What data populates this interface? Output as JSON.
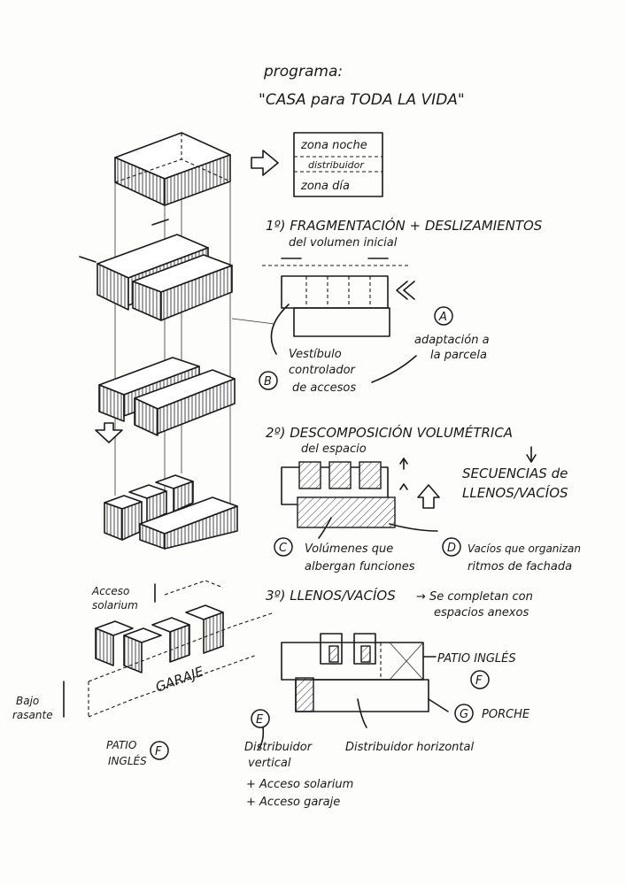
{
  "header": {
    "program_label": "programa:",
    "program_title": "\"CASA para TODA LA VIDA\""
  },
  "zones": {
    "night": "zona noche",
    "distributor": "distribuidor",
    "day": "zona día"
  },
  "step1": {
    "title": "1º) FRAGMENTACIÓN + DESLIZAMIENTOS",
    "subtitle": "del volumen inicial",
    "marker_a": "A",
    "a_line1": "adaptación a",
    "a_line2": "la parcela",
    "marker_b": "B",
    "b_line1": "Vestíbulo",
    "b_line2": "controlador",
    "b_line3": "de accesos"
  },
  "step2": {
    "title": "2º) DESCOMPOSICIÓN VOLUMÉTRICA",
    "subtitle": "del espacio",
    "seq_line1": "SECUENCIAS de",
    "seq_line2": "LLENOS/VACÍOS",
    "marker_c": "C",
    "c_line1": "Volúmenes que",
    "c_line2": "albergan funciones",
    "marker_d": "D",
    "d_line1": "Vacíos que organizan",
    "d_line2": "ritmos de fachada"
  },
  "step3": {
    "title": "3º) LLENOS/VACÍOS",
    "arrow_text": "→ Se completan con",
    "line2": "espacios anexos",
    "patio_ingles": "PATIO INGLÉS",
    "marker_f": "F",
    "marker_g": "G",
    "porche": "PORCHE",
    "marker_e": "E",
    "dist_vert_1": "Distribuidor",
    "dist_vert_2": "vertical",
    "dist_horiz": "Distribuidor horizontal",
    "acceso_solarium": "+ Acceso solarium",
    "acceso_garaje": "+ Acceso garaje"
  },
  "axon": {
    "acceso_1": "Acceso",
    "acceso_2": "solarium",
    "garaje": "GARAJE",
    "bajo_1": "Bajo",
    "bajo_2": "rasante",
    "patio_1": "PATIO",
    "patio_2": "INGLÉS",
    "marker_f": "F"
  }
}
